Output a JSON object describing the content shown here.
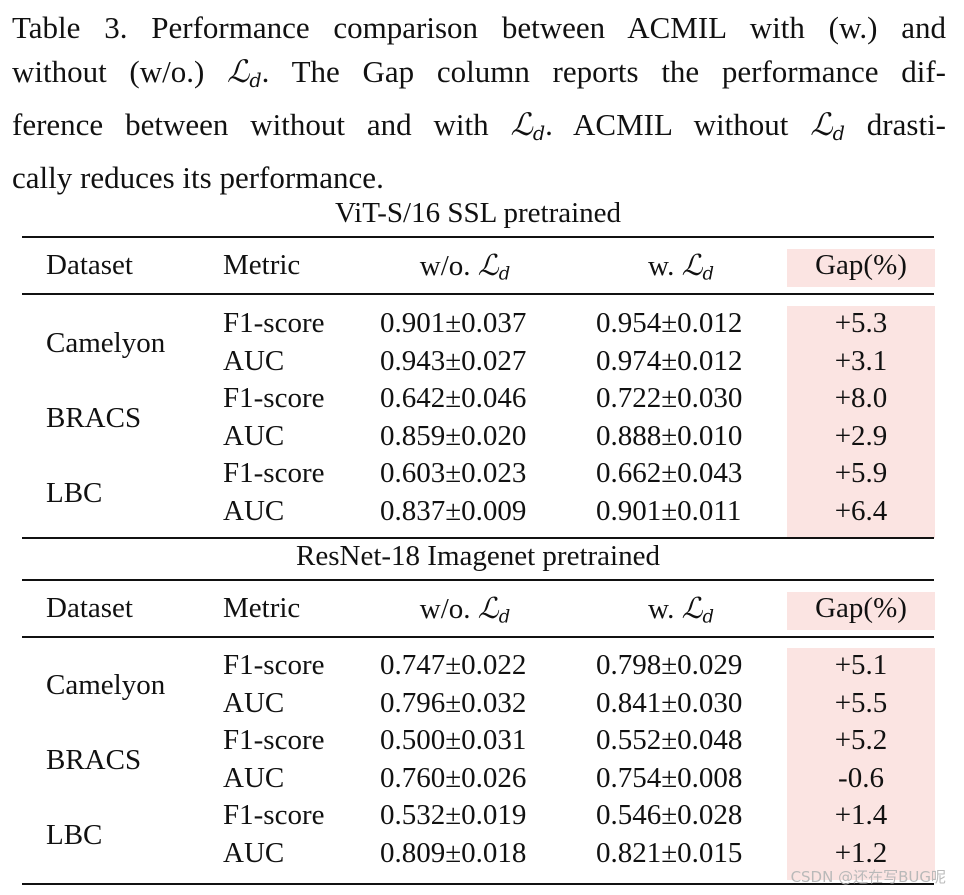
{
  "caption": {
    "line1": "Table 3. Performance comparison between ACMIL with (w.) and",
    "line2_a": "without (w/o.) ",
    "line2_b": ". The Gap column reports the performance dif-",
    "line3_a": "ference between without and with ",
    "line3_b": ". ACMIL without ",
    "line3_c": " drasti-",
    "line4": "cally reduces its performance.",
    "symbol_base": "ℒ",
    "symbol_sub": "d"
  },
  "headers": {
    "dataset": "Dataset",
    "metric": "Metric",
    "wo_prefix": "w/o. ",
    "w_prefix": "w. ",
    "gap": "Gap(%)"
  },
  "sections": [
    {
      "title": "ViT-S/16 SSL pretrained",
      "groups": [
        {
          "dataset": "Camelyon",
          "rows": [
            {
              "metric": "F1-score",
              "wo": "0.901±0.037",
              "w": "0.954±0.012",
              "gap": "+5.3"
            },
            {
              "metric": "AUC",
              "wo": "0.943±0.027",
              "w": "0.974±0.012",
              "gap": "+3.1"
            }
          ]
        },
        {
          "dataset": "BRACS",
          "rows": [
            {
              "metric": "F1-score",
              "wo": "0.642±0.046",
              "w": "0.722±0.030",
              "gap": "+8.0"
            },
            {
              "metric": "AUC",
              "wo": "0.859±0.020",
              "w": "0.888±0.010",
              "gap": "+2.9"
            }
          ]
        },
        {
          "dataset": "LBC",
          "rows": [
            {
              "metric": "F1-score",
              "wo": "0.603±0.023",
              "w": "0.662±0.043",
              "gap": "+5.9"
            },
            {
              "metric": "AUC",
              "wo": "0.837±0.009",
              "w": "0.901±0.011",
              "gap": "+6.4"
            }
          ]
        }
      ]
    },
    {
      "title": "ResNet-18 Imagenet pretrained",
      "groups": [
        {
          "dataset": "Camelyon",
          "rows": [
            {
              "metric": "F1-score",
              "wo": "0.747±0.022",
              "w": "0.798±0.029",
              "gap": "+5.1"
            },
            {
              "metric": "AUC",
              "wo": "0.796±0.032",
              "w": "0.841±0.030",
              "gap": "+5.5"
            }
          ]
        },
        {
          "dataset": "BRACS",
          "rows": [
            {
              "metric": "F1-score",
              "wo": "0.500±0.031",
              "w": "0.552±0.048",
              "gap": "+5.2"
            },
            {
              "metric": "AUC",
              "wo": "0.760±0.026",
              "w": "0.754±0.008",
              "gap": "-0.6"
            }
          ]
        },
        {
          "dataset": "LBC",
          "rows": [
            {
              "metric": "F1-score",
              "wo": "0.532±0.019",
              "w": "0.546±0.028",
              "gap": "+1.4"
            },
            {
              "metric": "AUC",
              "wo": "0.809±0.018",
              "w": "0.821±0.015",
              "gap": "+1.2"
            }
          ]
        }
      ]
    }
  ],
  "watermark": "CSDN @还在写BUG呢",
  "colors": {
    "gap_highlight": "#fbe4e2",
    "text": "#111111"
  }
}
